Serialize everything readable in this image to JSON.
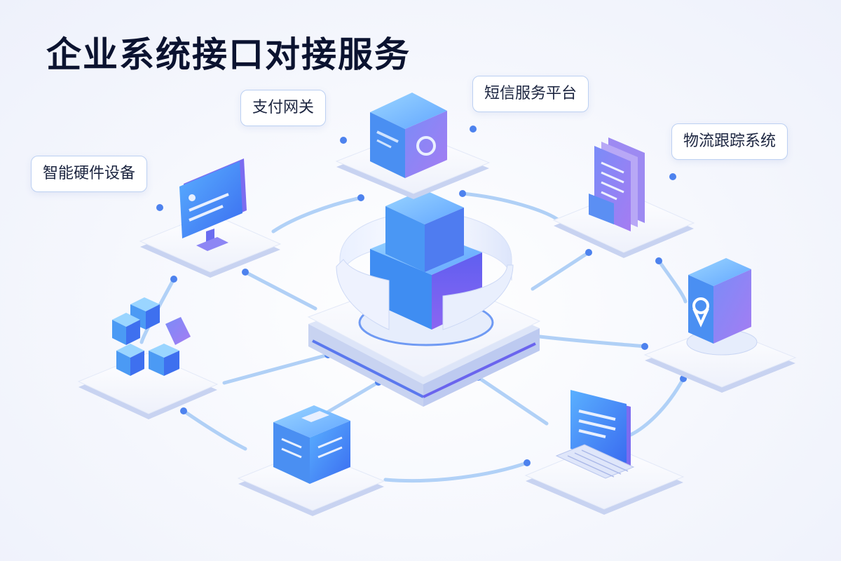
{
  "title": "企业系统接口对接服务",
  "labels": {
    "payment_gateway": "支付网关",
    "sms_platform": "短信服务平台",
    "smart_hardware": "智能硬件设备",
    "logistics_tracking": "物流跟踪系统"
  },
  "colors": {
    "accent_blue": "#3f7cf0",
    "accent_purple": "#8d6cf0",
    "connector": "#a9ccf6",
    "title": "#0b1330"
  },
  "icons": [
    "hub-cube-icon",
    "payment-box-icon",
    "document-stack-icon",
    "monitor-icon",
    "location-pin-icon",
    "cube-cluster-icon",
    "folder-box-icon",
    "laptop-icon"
  ]
}
